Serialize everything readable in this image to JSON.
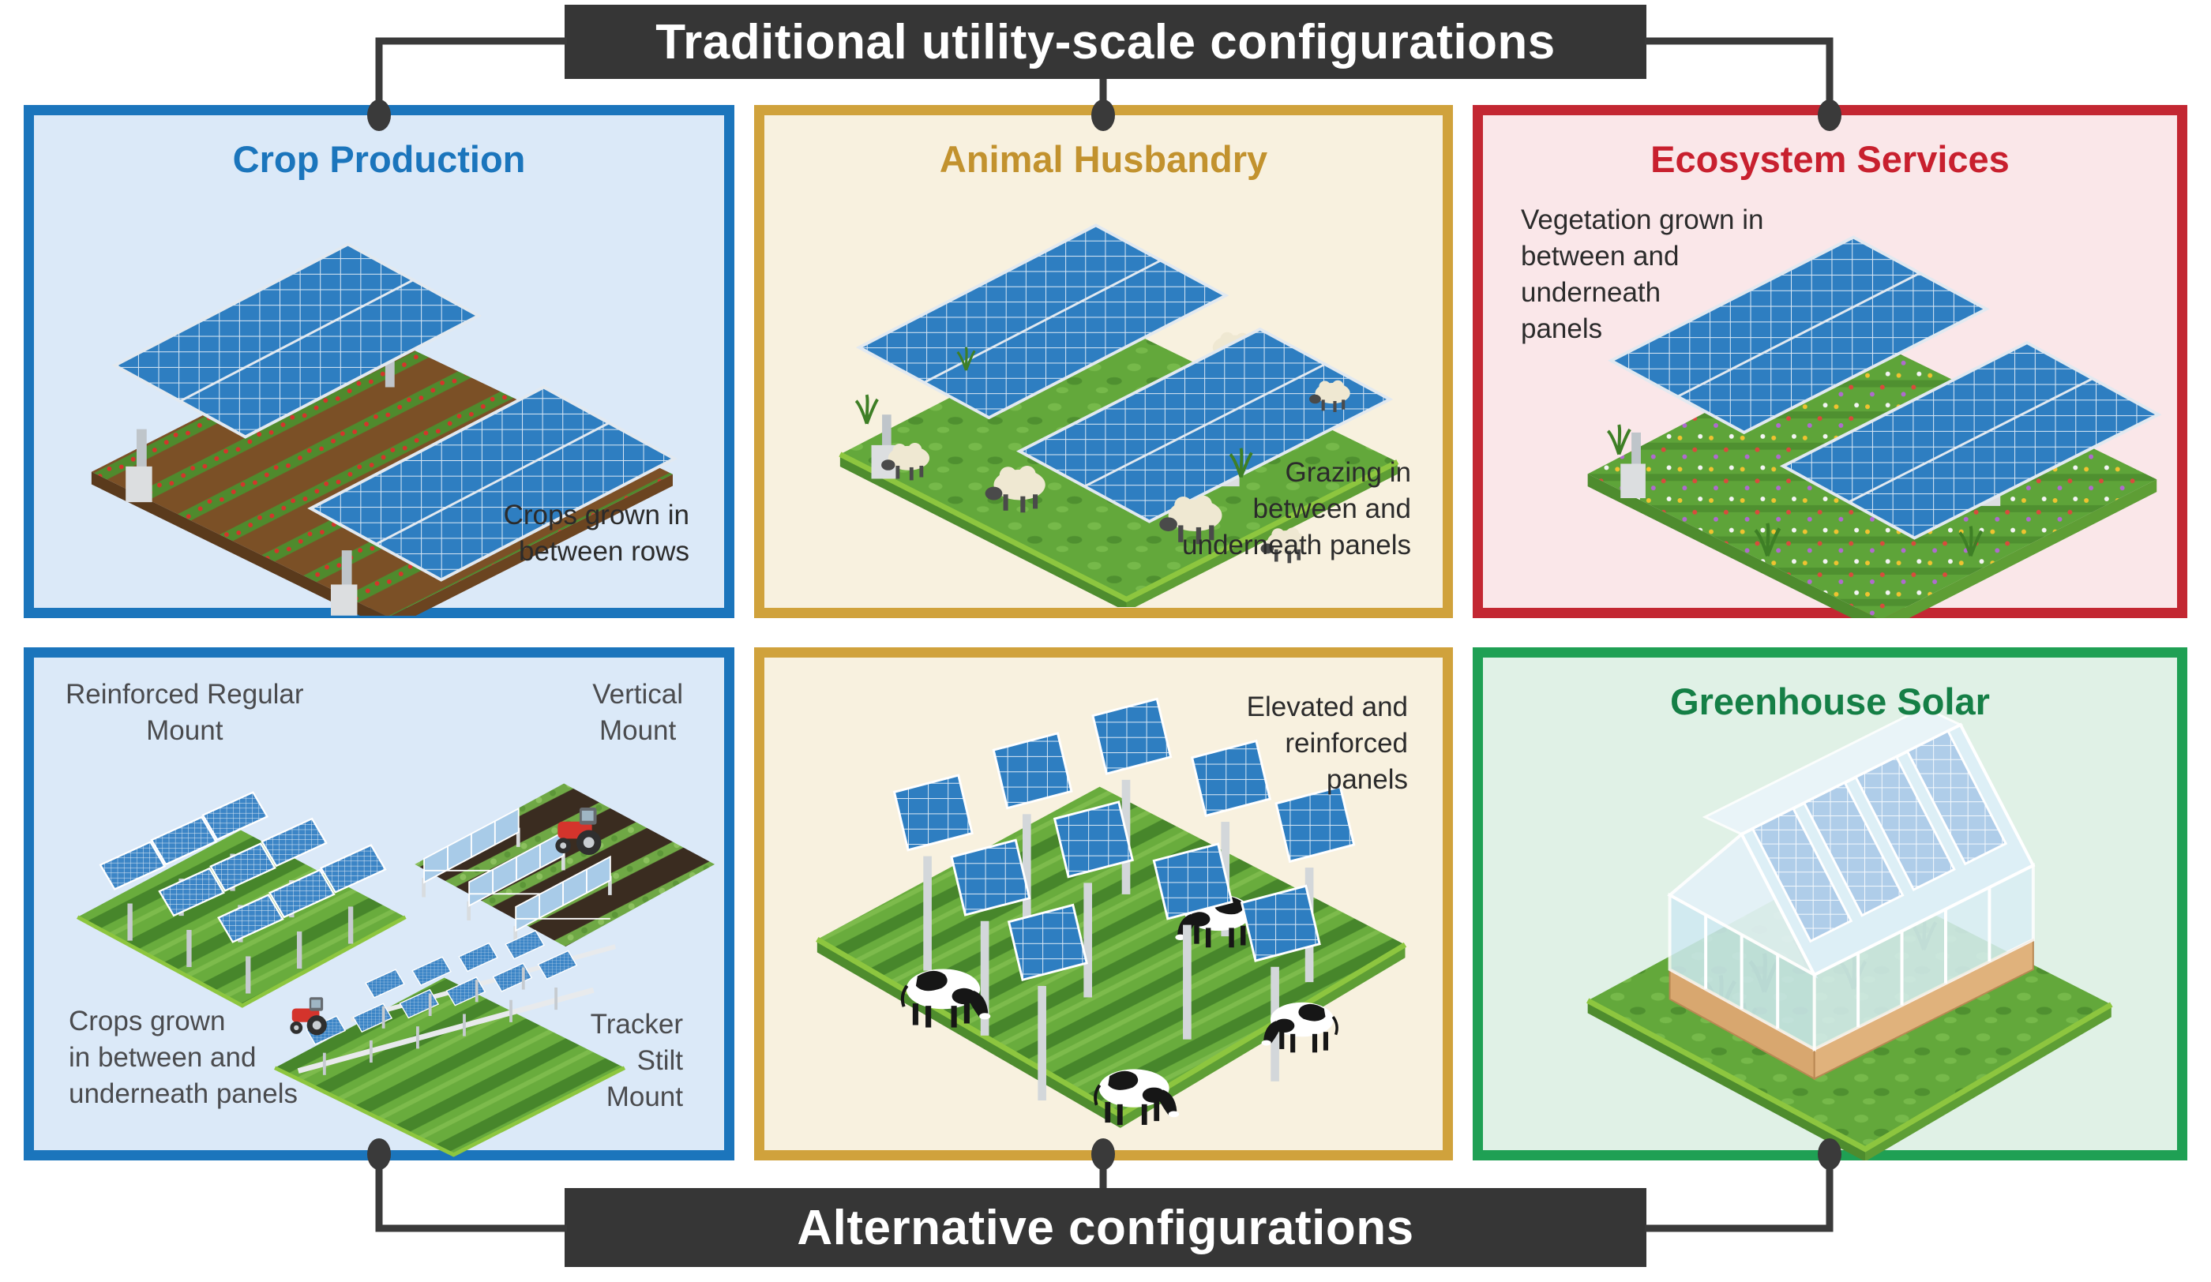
{
  "banners": {
    "top": "Traditional utility-scale configurations",
    "bottom": "Alternative configurations"
  },
  "panels": {
    "crop_production": {
      "title": "Crop Production",
      "caption": "Crops grown in\nbetween rows",
      "accent": "#1B75BC",
      "background": "#DBE9F8"
    },
    "animal_husbandry": {
      "title": "Animal Husbandry",
      "caption": "Grazing in\nbetween and\nunderneath panels",
      "accent": "#D0A23C",
      "background": "#F8F1DF"
    },
    "ecosystem_services": {
      "title": "Ecosystem Services",
      "caption": "Vegetation grown in\nbetween and\nunderneath\npanels",
      "accent": "#C32732",
      "background": "#FAE7E9"
    },
    "alternative_mounts": {
      "label_reinforced": "Reinforced Regular\nMount",
      "label_vertical": "Vertical\nMount",
      "label_crops": "Crops grown\nin between and\nunderneath panels",
      "label_tracker": "Tracker\nStilt\nMount",
      "accent": "#1B75BC",
      "background": "#DBE9F8"
    },
    "elevated_panels": {
      "caption": "Elevated and\nreinforced\npanels",
      "accent": "#D0A23C",
      "background": "#F8F1DF"
    },
    "greenhouse_solar": {
      "title": "Greenhouse Solar",
      "accent": "#1FA054",
      "background": "#E0F1E6"
    }
  },
  "palette": {
    "banner_background": "#363636",
    "banner_text": "#FFFFFF",
    "connector": "#3A3A3A",
    "solar_panel_blue": "#2E7EC1",
    "solar_panel_grid": "#E2E9F0",
    "solar_panel_pale": "#AFCDE9",
    "grass_green": "#63A83B",
    "grass_rim": "#8DC63F",
    "soil_brown": "#7B5026",
    "crop_green": "#4F8A2D",
    "fruit_red": "#D3352B",
    "sheep_body": "#EFE8D2",
    "cow_black": "#161616",
    "tractor_red": "#D4342C",
    "greenhouse_glass": "#D6ECF4",
    "greenhouse_brick": "#D8A76F"
  }
}
